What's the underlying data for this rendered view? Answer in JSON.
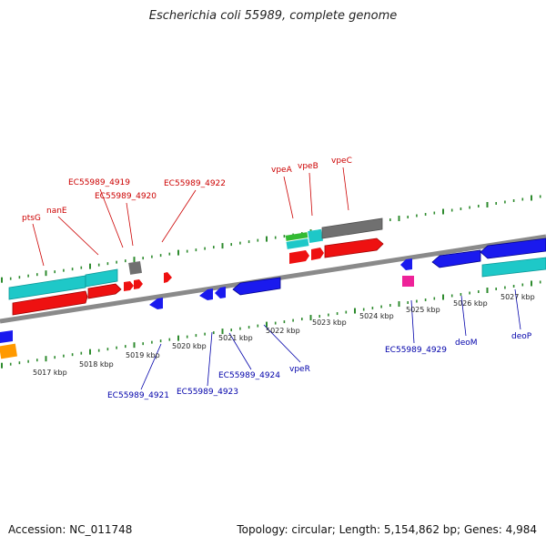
{
  "title": "Escherichia coli 55989, complete genome",
  "footer": {
    "accession": "Accession: NC_011748",
    "summary": "Topology: circular; Length: 5,154,862 bp; Genes: 4,984"
  },
  "colors": {
    "forward_label": "#cc0000",
    "reverse_label": "#0000aa",
    "backbone": "#8a8a8a",
    "tick": "#2e8b2e",
    "red": "#ee1111",
    "blue": "#1a1aee",
    "cyan": "#1ec8c8",
    "gray": "#707070",
    "green": "#33bb33",
    "magenta": "#ee2299",
    "orange": "#ff9900"
  },
  "scale_labels": [
    "5017 kbp",
    "5018 kbp",
    "5019 kbp",
    "5020 kbp",
    "5021 kbp",
    "5022 kbp",
    "5023 kbp",
    "5024 kbp",
    "5025 kbp",
    "5026 kbp",
    "5027 kbp"
  ],
  "forward_labels": [
    "ptsG",
    "nanE",
    "EC55989_4919",
    "EC55989_4920",
    "EC55989_4922",
    "vpeA",
    "vpeB",
    "vpeC"
  ],
  "reverse_labels": [
    "EC55989_4921",
    "EC55989_4923",
    "EC55989_4924",
    "vpeR",
    "EC55989_4929",
    "deoM",
    "deoP"
  ]
}
